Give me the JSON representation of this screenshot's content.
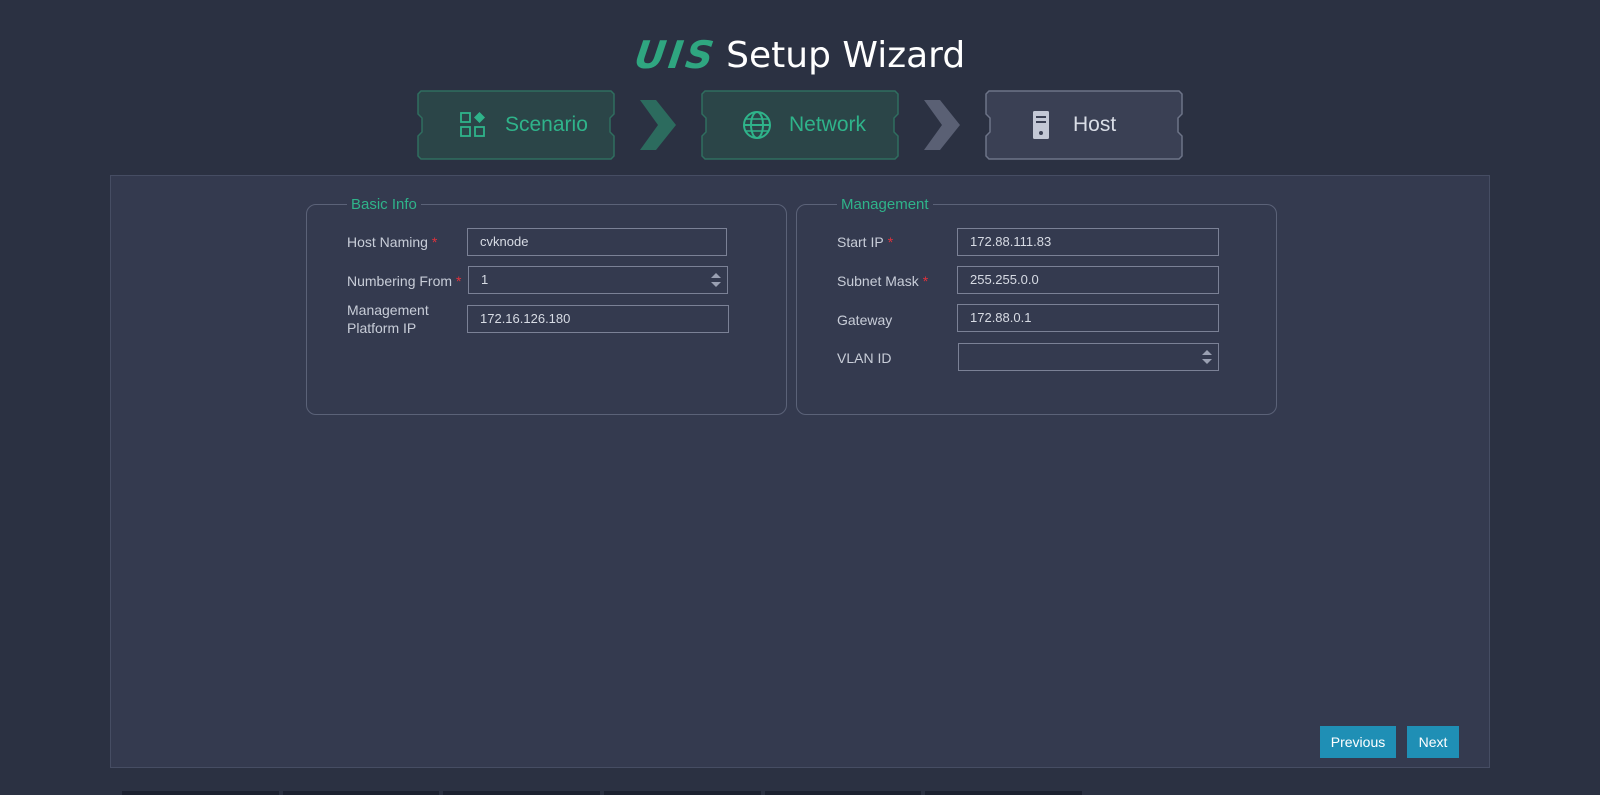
{
  "header": {
    "brand": "UIS",
    "title": "Setup Wizard"
  },
  "steps": [
    {
      "label": "Scenario",
      "icon": "apps-icon",
      "state": "completed"
    },
    {
      "label": "Network",
      "icon": "globe-icon",
      "state": "completed"
    },
    {
      "label": "Host",
      "icon": "server-icon",
      "state": "current"
    }
  ],
  "colors": {
    "accent": "#2fb38a",
    "completed_step_bg": "#2b4548",
    "completed_step_border": "#2f6e5f",
    "current_step_bg": "#3a4054",
    "current_step_border": "#6d7488",
    "required": "#e0323c",
    "button": "#1f8fb5"
  },
  "basic_info": {
    "legend": "Basic Info",
    "host_naming": {
      "label": "Host Naming",
      "required": "*",
      "value": "cvknode"
    },
    "numbering_from": {
      "label": "Numbering From",
      "required": "*",
      "value": "1"
    },
    "management_platform_ip": {
      "label_line1": "Management",
      "label_line2": "Platform IP",
      "value": "172.16.126.180"
    }
  },
  "management": {
    "legend": "Management",
    "start_ip": {
      "label": "Start IP",
      "required": "*",
      "value": "172.88.111.83"
    },
    "subnet_mask": {
      "label": "Subnet Mask",
      "required": "*",
      "value": "255.255.0.0"
    },
    "gateway": {
      "label": "Gateway",
      "value": "172.88.0.1"
    },
    "vlan_id": {
      "label": "VLAN ID",
      "value": ""
    }
  },
  "footer": {
    "previous_label": "Previous",
    "next_label": "Next"
  }
}
